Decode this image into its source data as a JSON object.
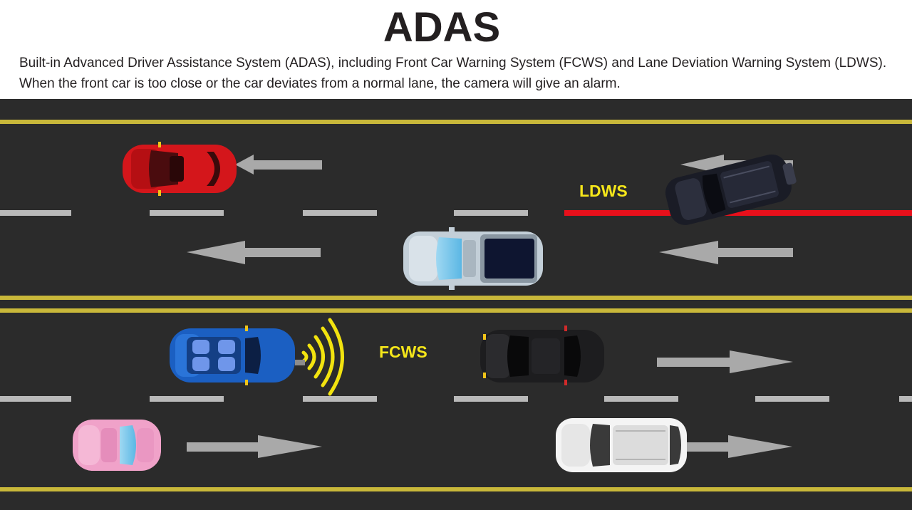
{
  "header": {
    "title": "ADAS",
    "description": "Built-in Advanced Driver Assistance System (ADAS), including Front Car Warning System (FCWS) and Lane Deviation Warning System (LDWS). When the front car is too close or the car deviates from a normal lane, the camera will give an alarm."
  },
  "labels": {
    "ldws": "LDWS",
    "fcws": "FCWS"
  },
  "colors": {
    "asphalt": "#2b2b2b",
    "yellow_line": "#c9b83a",
    "lane_dash": "#b9b9b9",
    "arrow": "#a9a9a9",
    "ldws_line": "#e8101b",
    "label_yellow": "#f5e61a",
    "sensor_waves": "#f2e30f"
  },
  "vehicles": [
    {
      "name": "red-car",
      "color": "#d4161b"
    },
    {
      "name": "black-suv",
      "color": "#1a1c26"
    },
    {
      "name": "silver-pickup",
      "color": "#c3cfd8"
    },
    {
      "name": "blue-convertible",
      "color": "#1b5fc2"
    },
    {
      "name": "black-sedan",
      "color": "#1d1d1f"
    },
    {
      "name": "pink-car",
      "color": "#f0a2c9"
    },
    {
      "name": "white-suv",
      "color": "#f4f4f4"
    }
  ]
}
